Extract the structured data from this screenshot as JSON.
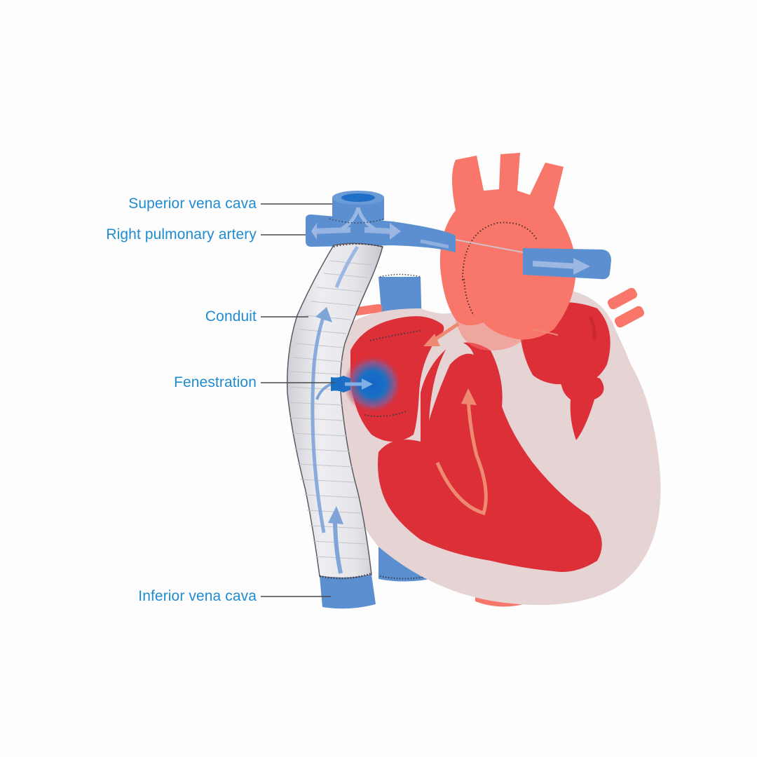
{
  "diagram": {
    "subject": "Fontan circulation with fenestrated extracardiac conduit",
    "labels": [
      {
        "id": "svc",
        "text": "Superior vena cava"
      },
      {
        "id": "rpa",
        "text": "Right pulmonary artery"
      },
      {
        "id": "conduit",
        "text": "Conduit"
      },
      {
        "id": "fenestration",
        "text": "Fenestration"
      },
      {
        "id": "ivc",
        "text": "Inferior vena cava"
      }
    ],
    "colors": {
      "label_text": "#1f8bd0",
      "leader_line": "#4a4a4a",
      "venous_blue": "#5b8fcf",
      "venous_blue_dark": "#2f6fb8",
      "fenestration_blue": "#1a6fc4",
      "arterial_salmon": "#f8776a",
      "chamber_red": "#dc2f38",
      "myocardium_pink": "#e6d4d4",
      "conduit_gray": "#e4e4e8",
      "flow_arrow_blue": "#9cb8e2",
      "flow_arrow_salmon": "#ef8a72",
      "suture": "#3a3a4a",
      "background": "#fdfdfd"
    }
  }
}
